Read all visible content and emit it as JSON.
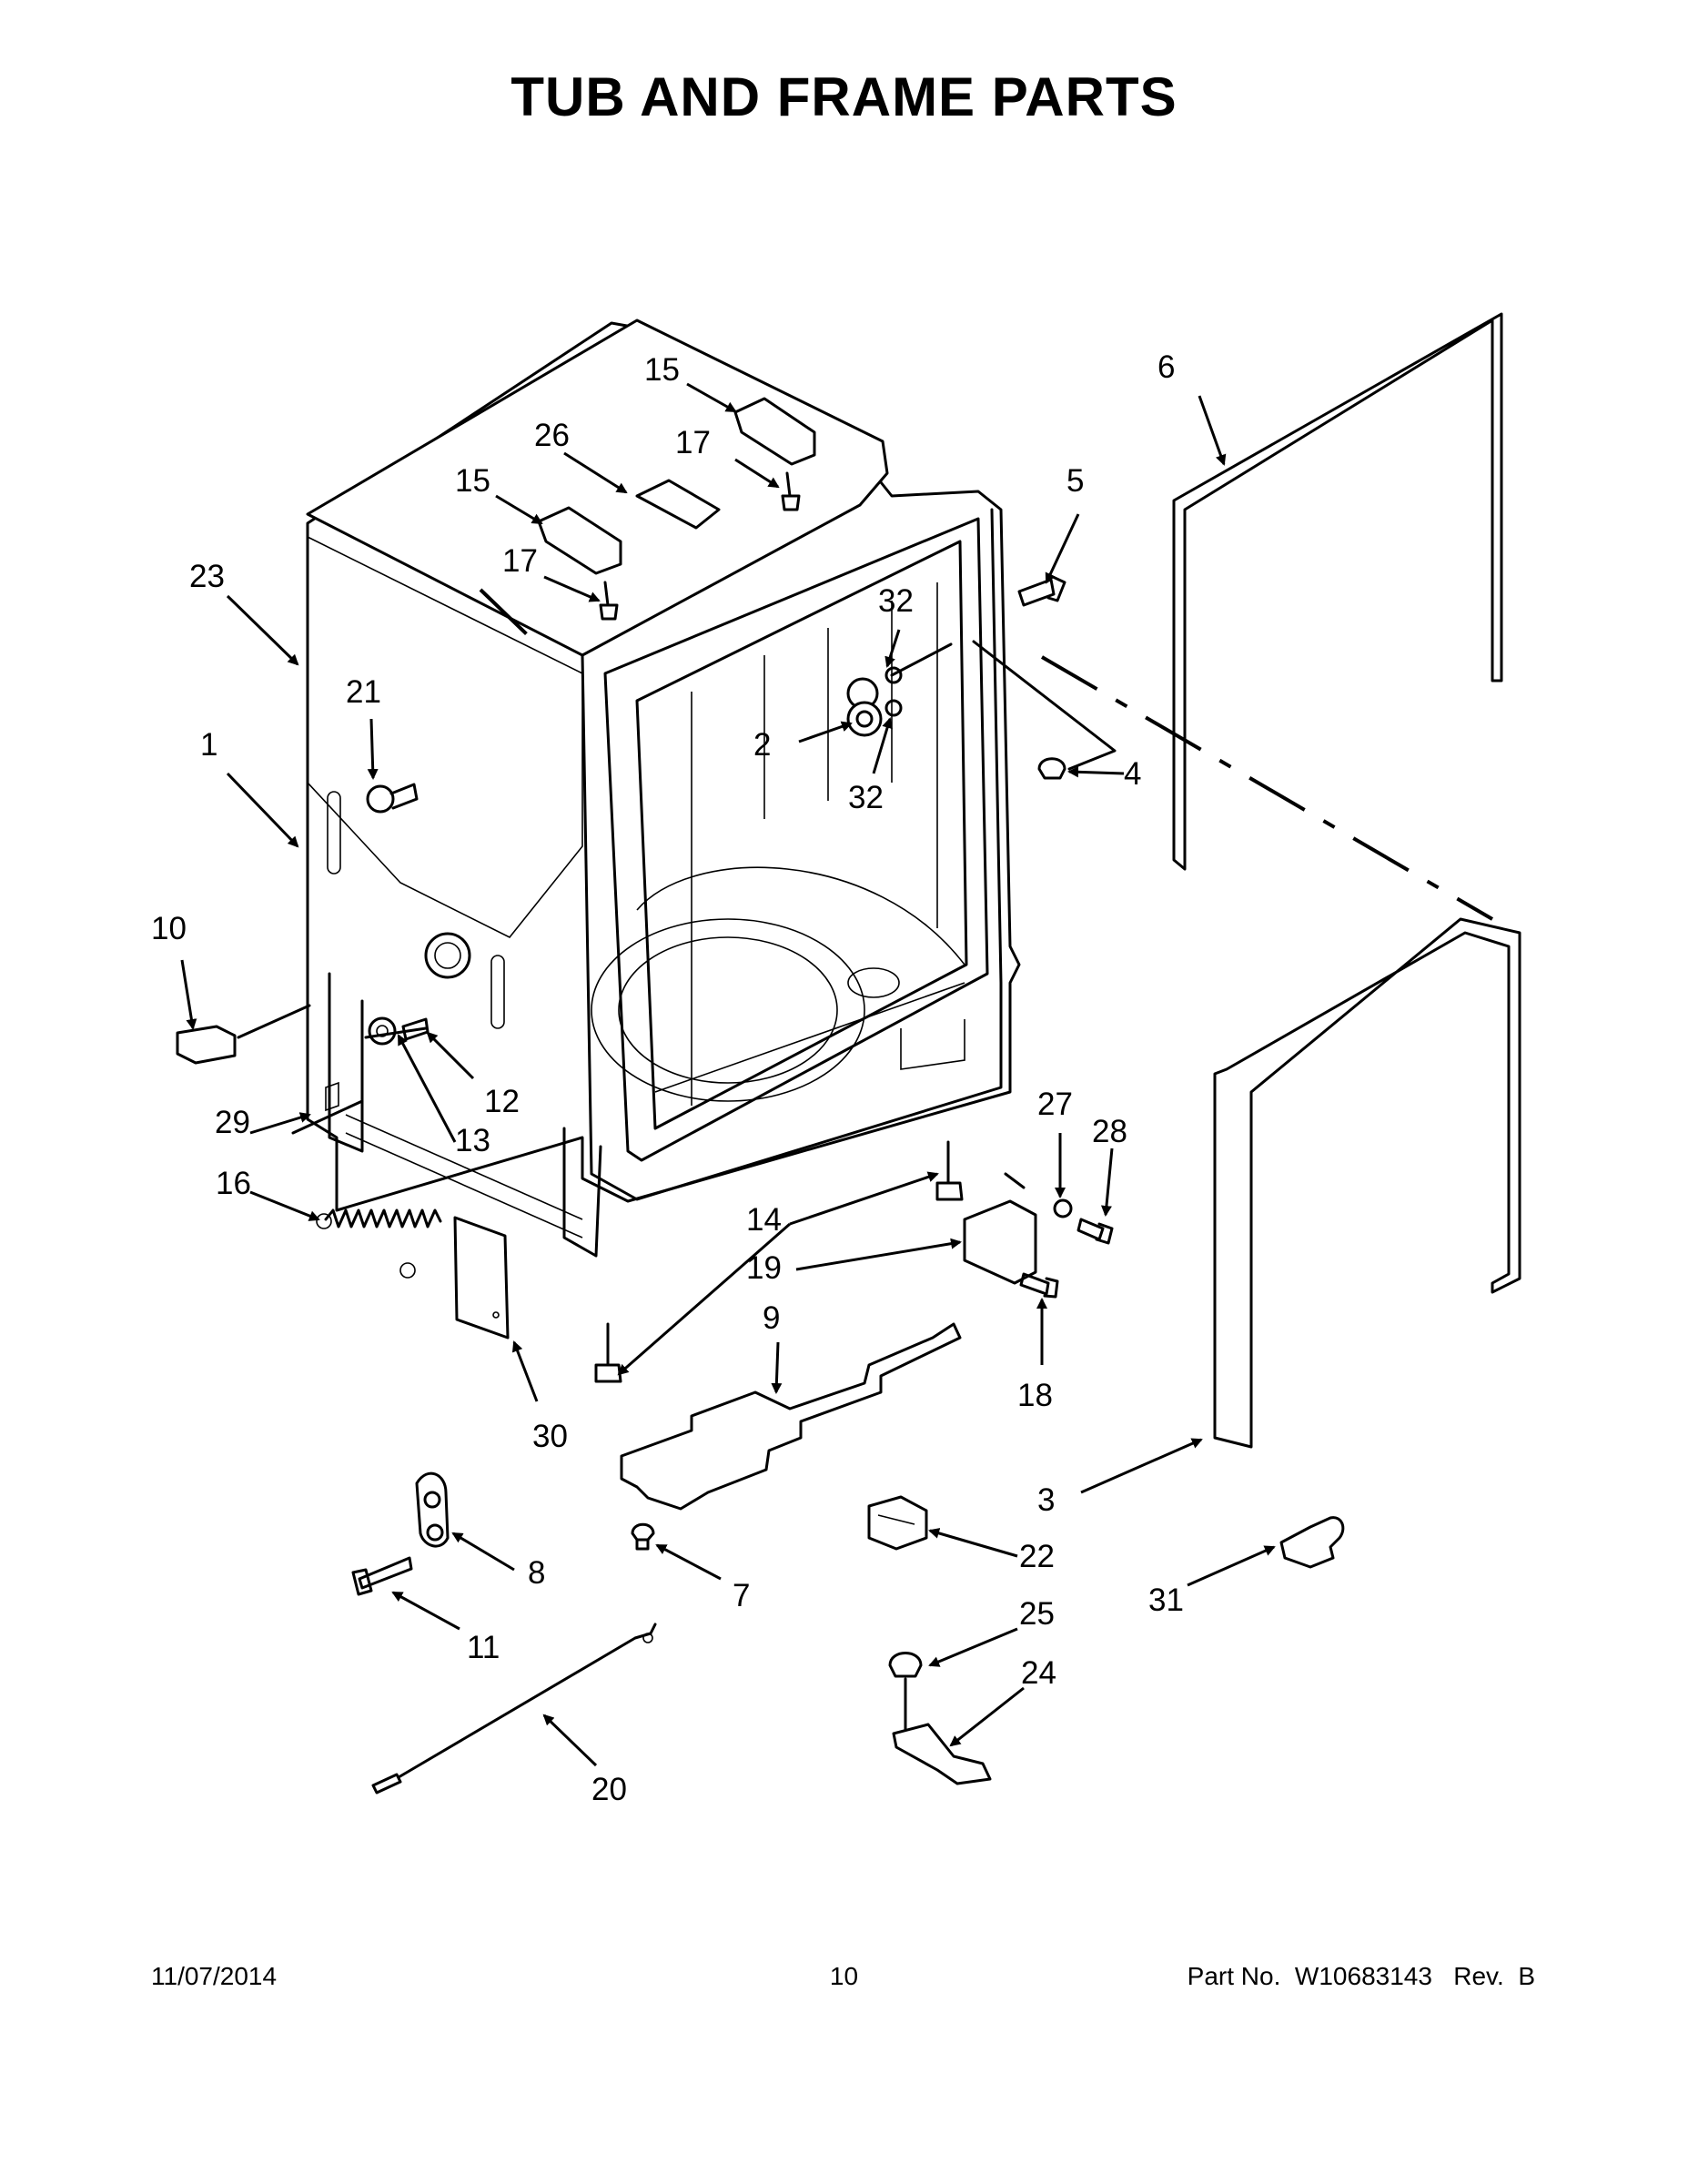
{
  "title": "TUB AND FRAME PARTS",
  "callouts": [
    "1",
    "2",
    "3",
    "4",
    "5",
    "6",
    "7",
    "8",
    "9",
    "10",
    "11",
    "12",
    "13",
    "14",
    "15",
    "15",
    "16",
    "17",
    "17",
    "18",
    "19",
    "20",
    "21",
    "22",
    "23",
    "24",
    "25",
    "26",
    "27",
    "28",
    "29",
    "30",
    "31",
    "32",
    "32"
  ],
  "footer": {
    "date": "11/07/2014",
    "page": "10",
    "part_number": "Part No.  W10683143   Rev.  B"
  }
}
